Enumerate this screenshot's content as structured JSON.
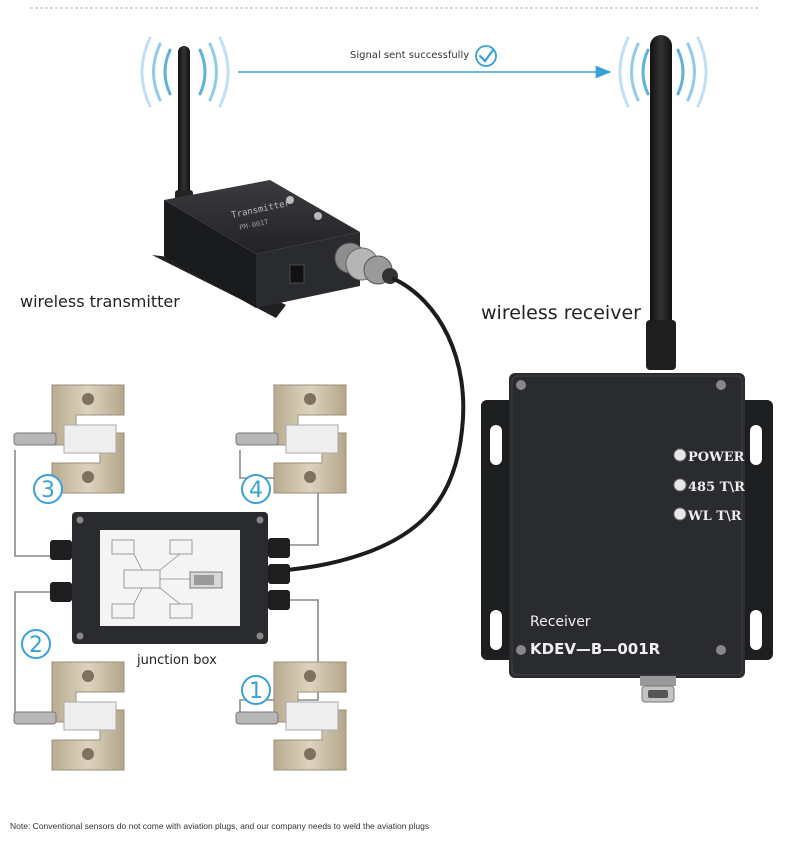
{
  "labels": {
    "wireless_transmitter": "wireless transmitter",
    "wireless_receiver": "wireless receiver",
    "junction_box": "junction box",
    "signal_status": "Signal sent successfully"
  },
  "transmitter": {
    "case_text": "Transmitter",
    "model_text": "PM-001T"
  },
  "receiver": {
    "leds": [
      "POWER",
      "485 T\\R",
      "WL T\\R"
    ],
    "title": "Receiver",
    "model": "KDEV—B—001R"
  },
  "sensors": [
    {
      "number": "3"
    },
    {
      "number": "4"
    },
    {
      "number": "2"
    },
    {
      "number": "1"
    }
  ],
  "note": "Note: Conventional sensors do not come with aviation plugs, and our company needs to weld the aviation plugs",
  "colors": {
    "accent": "#3aa0d8",
    "device_body": "#2a2b2e",
    "sensor_metal": "#cfc3ab",
    "cable": "#1c1c1c",
    "wire": "#8a8a8a"
  }
}
